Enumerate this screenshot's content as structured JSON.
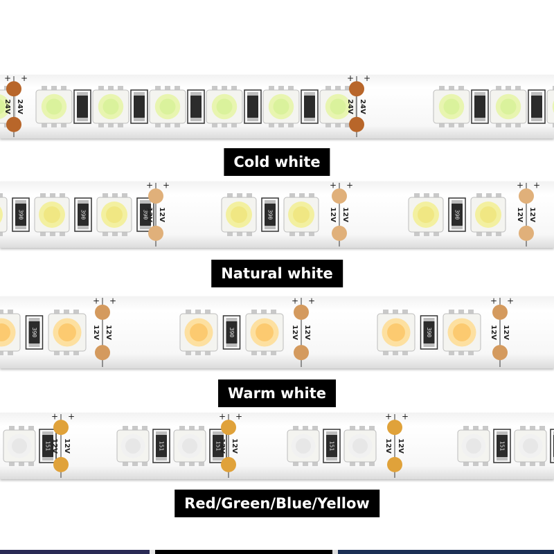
{
  "strips": [
    {
      "label": "Cold white",
      "voltage": "24V",
      "resistor_code": "",
      "led_color": "#e8f5b0",
      "led_core": "#d8f29a",
      "pad_color": "#b8662a"
    },
    {
      "label": "Natural white",
      "voltage": "12V",
      "resistor_code": "390",
      "led_color": "#f3f0a0",
      "led_core": "#efe680",
      "pad_color": "#e0b07a"
    },
    {
      "label": "Warm white",
      "voltage": "12V",
      "resistor_code": "390",
      "led_color": "#fde0a0",
      "led_core": "#fcc86a",
      "pad_color": "#d49a5e"
    },
    {
      "label": "Red/Green/Blue/Yellow",
      "voltage": "12V",
      "resistor_code": "151",
      "led_color": "#f1f1f1",
      "led_core": "#e6e6e6",
      "pad_color": "#e0a23a"
    }
  ]
}
